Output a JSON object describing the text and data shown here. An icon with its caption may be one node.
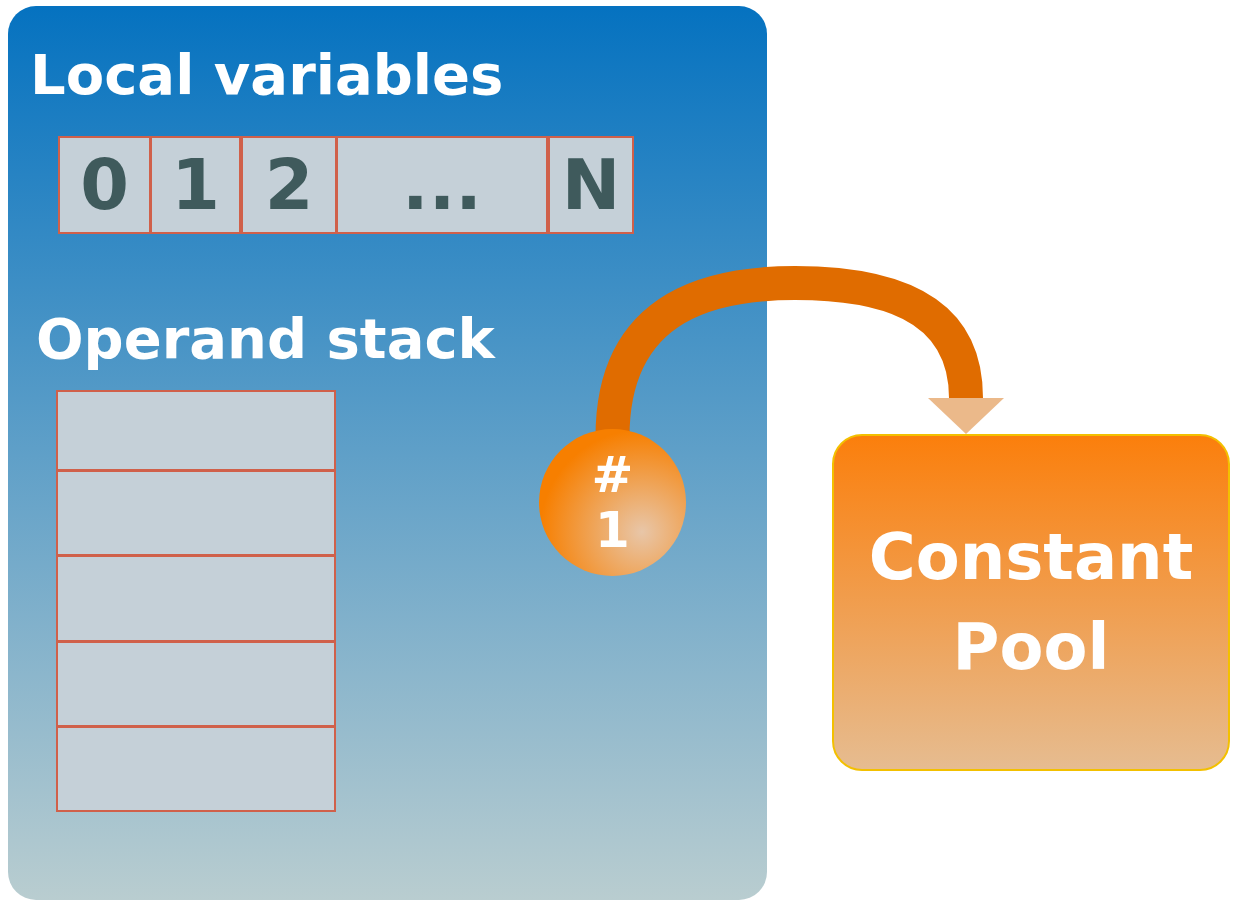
{
  "diagram": {
    "nodes": [
      {
        "text": [
          "Local variables",
          "Operand stack"
        ]
      },
      {
        "text": [
          "0"
        ],
        "in": 0
      },
      {
        "text": [
          "1"
        ],
        "in": 0
      },
      {
        "text": [
          "2"
        ],
        "in": 0
      },
      {
        "text": [
          "..."
        ],
        "in": 0
      },
      {
        "text": [
          "N"
        ],
        "in": 0
      },
      {
        "text": [],
        "shape": "box",
        "in": 0
      },
      {
        "text": [],
        "shape": "box",
        "in": 0
      },
      {
        "text": [],
        "shape": "box",
        "in": 0
      },
      {
        "text": [],
        "shape": "box",
        "in": 0
      },
      {
        "text": [],
        "shape": "box",
        "in": 0
      },
      {
        "text": [
          "#1"
        ],
        "in": 0
      },
      {
        "text": [
          "Constant Pool"
        ]
      }
    ],
    "edges": [
      {
        "from": 11,
        "to": 12,
        "arrow": "to",
        "color": "#e06c00"
      }
    ]
  }
}
